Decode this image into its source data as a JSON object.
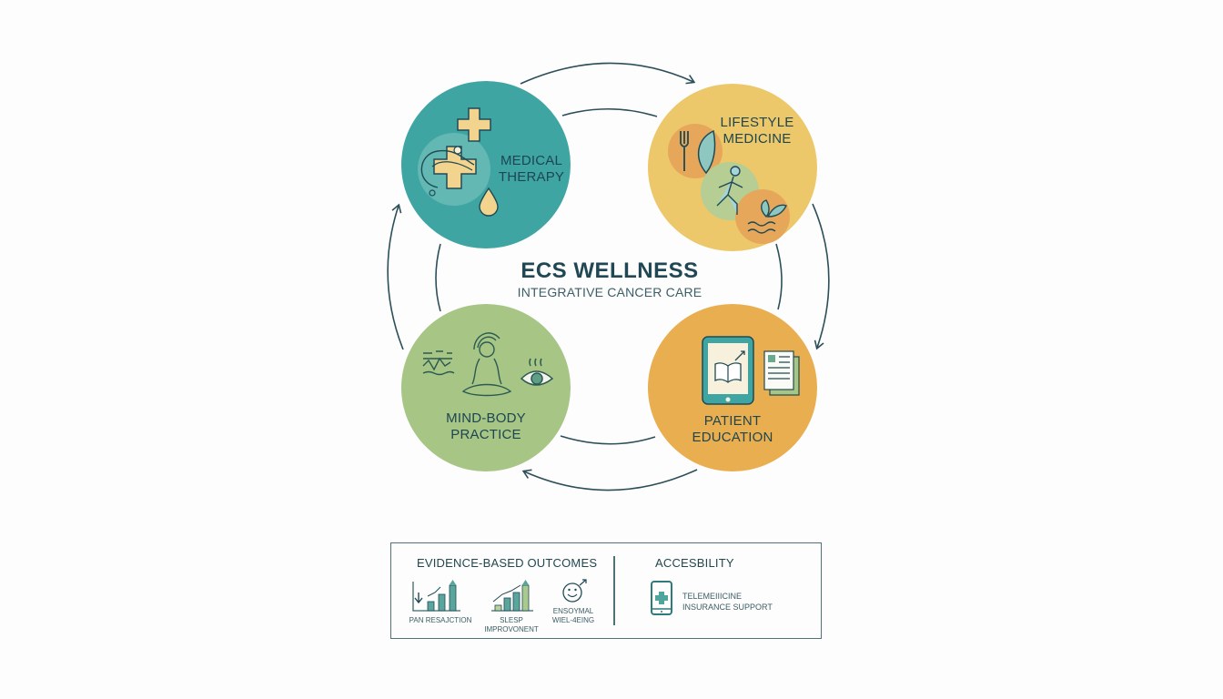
{
  "header": {
    "title": "ECS WELLNESS",
    "subtitle": "INTEGRATIVE CANCER CARE"
  },
  "colors": {
    "teal": "#3fa5a3",
    "yellow": "#ecc86a",
    "green": "#a7c585",
    "orange": "#e9ae4f",
    "ink": "#1f4a55",
    "arrow": "#2c4f5a"
  },
  "nodes": [
    {
      "id": "medical-therapy",
      "label": "MEDICAL\nTHERAPY",
      "color": "#3fa5a3",
      "icons": [
        "medical-cross-icon",
        "cross-wave-icon",
        "oil-drop-icon"
      ]
    },
    {
      "id": "lifestyle-medicine",
      "label": "LIFESTYLE\nMEDICINE",
      "color": "#ecc86a",
      "icons": [
        "fork-leaf-icon",
        "running-person-icon",
        "water-sprout-icon"
      ]
    },
    {
      "id": "patient-education",
      "label": "PATIENT\nEDUCATION",
      "color": "#e9ae4f",
      "icons": [
        "tablet-book-icon",
        "documents-icon"
      ]
    },
    {
      "id": "mind-body-practice",
      "label": "MIND-BODY\nPRACTICE",
      "color": "#a7c585",
      "icons": [
        "brainwave-icon",
        "meditation-icon",
        "eye-icon"
      ]
    }
  ],
  "cycle": {
    "direction": "clockwise",
    "arrows": [
      "medical-to-lifestyle",
      "lifestyle-to-education",
      "education-to-mindbody",
      "mindbody-to-medical"
    ]
  },
  "panel": {
    "outcomes": {
      "heading": "EVIDENCE-BASED OUTCOMES",
      "items": [
        {
          "label": "PAN RESAJCTION",
          "icon": "bar-chart-down-arrow-icon"
        },
        {
          "label": "SLESP IMPROVONENT",
          "icon": "bar-chart-up-icon"
        },
        {
          "label": "ENSOYMAL\nWIEL-4EING",
          "icon": "smiley-icon"
        }
      ]
    },
    "accessibility": {
      "heading": "ACCESBILITY",
      "items": [
        "TELEMEIIICINE",
        "INSURANCE SUPPORT"
      ],
      "icon": "phone-medical-icon"
    }
  }
}
